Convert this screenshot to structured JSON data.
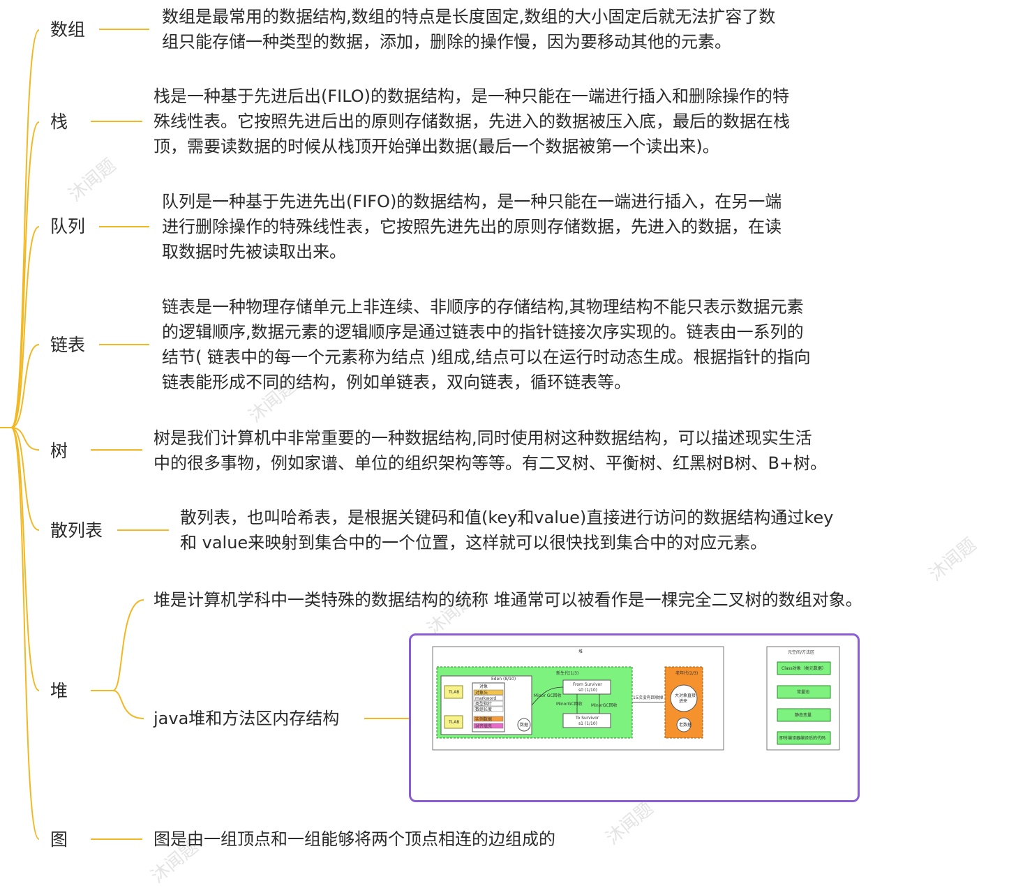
{
  "watermark": "沐闻题",
  "nodes": [
    {
      "id": "array",
      "label": "数组",
      "desc": [
        "数组是最常用的数据结构,数组的特点是长度固定,数组的大小固定后就无法扩容了数",
        "组只能存储一种类型的数据，添加，删除的操作慢，因为要移动其他的元素。"
      ]
    },
    {
      "id": "stack",
      "label": "栈",
      "desc": [
        "栈是一种基于先进后出(FILO)的数据结构，是一种只能在一端进行插入和删除操作的特",
        "殊线性表。它按照先进后出的原则存储数据，先进入的数据被压入底，最后的数据在栈",
        "顶，需要读数据的时候从栈顶开始弹出数据(最后一个数据被第一个读出来)。"
      ]
    },
    {
      "id": "queue",
      "label": "队列",
      "desc": [
        "队列是一种基于先进先出(FIFO)的数据结构，是一种只能在一端进行插入，在另一端",
        "进行删除操作的特殊线性表，它按照先进先出的原则存储数据，先进入的数据，在读",
        "取数据时先被读取出来。"
      ]
    },
    {
      "id": "linkedlist",
      "label": "链表",
      "desc": [
        "链表是一种物理存储单元上非连续、非顺序的存储结构,其物理结构不能只表示数据元素",
        "的逻辑顺序,数据元素的逻辑顺序是通过链表中的指针链接次序实现的。链表由一系列的",
        "结节( 链表中的每一个元素称为结点 )组成,结点可以在运行时动态生成。根据指针的指向",
        "链表能形成不同的结构，例如单链表，双向链表，循环链表等。"
      ]
    },
    {
      "id": "tree",
      "label": "树",
      "desc": [
        "树是我们计算机中非常重要的一种数据结构,同时使用树这种数据结构，可以描述现实生活",
        "中的很多事物，例如家谱、单位的组织架构等等。有二叉树、平衡树、红黑树B树、B+树。"
      ]
    },
    {
      "id": "hash",
      "label": "散列表",
      "desc": [
        "散列表，也叫哈希表，是根据关键码和值(key和value)直接进行访问的数据结构通过key",
        "和 value来映射到集合中的一个位置，这样就可以很快找到集合中的对应元素。"
      ]
    },
    {
      "id": "heap",
      "label": "堆",
      "desc": [],
      "children": [
        {
          "id": "heap-desc",
          "label": "堆是计算机学科中一类特殊的数据结构的统称 堆通常可以被看作是一棵完全二叉树的数组对象。"
        },
        {
          "id": "heap-java",
          "label": "java堆和方法区内存结构"
        }
      ]
    },
    {
      "id": "graph",
      "label": "图",
      "desc": [
        "图是由一组顶点和一组能够将两个顶点相连的边组成的"
      ]
    }
  ],
  "jvm_image": {
    "heap_title": "堆",
    "young_gen": "新生代(1/3)",
    "eden": "Eden (8/10)",
    "tlab1": "TLAB",
    "tlab2": "TLAB",
    "object_header": "对象",
    "obj_rows": [
      "对象头",
      "markword",
      "类型指针",
      "数组长度",
      "实例数据",
      "对齐填充"
    ],
    "from_survivor": [
      "From Survivor",
      "s0  (1/10)"
    ],
    "to_survivor": [
      "To Survivor",
      "s1 (1/10)"
    ],
    "minor_gc_recycle": "Minor GC回收",
    "minor_gc_copy": "MinorGC回收",
    "minor_gc_copy2": "MinorGC回收",
    "promote_label": "15次没有回收掉",
    "old_gen": "老年代(2/3)",
    "big_object": [
      "大对象直接",
      "进来"
    ],
    "old_data": "老数据",
    "data_circle": "数据",
    "method_area": "元空间/方法区",
    "method_items": [
      "Class对象（类元数据）",
      "常量池",
      "静态变量",
      "即时编译器编译后的代码"
    ]
  }
}
